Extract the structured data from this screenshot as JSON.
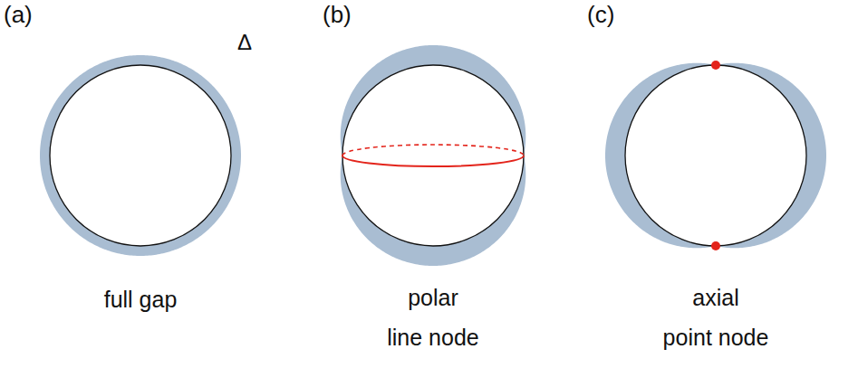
{
  "diagram": {
    "labels": [
      "(a)",
      "(b)",
      "(c)",
      "Δ",
      "full gap",
      "polar",
      "line node",
      "axial",
      "point node"
    ]
  }
}
